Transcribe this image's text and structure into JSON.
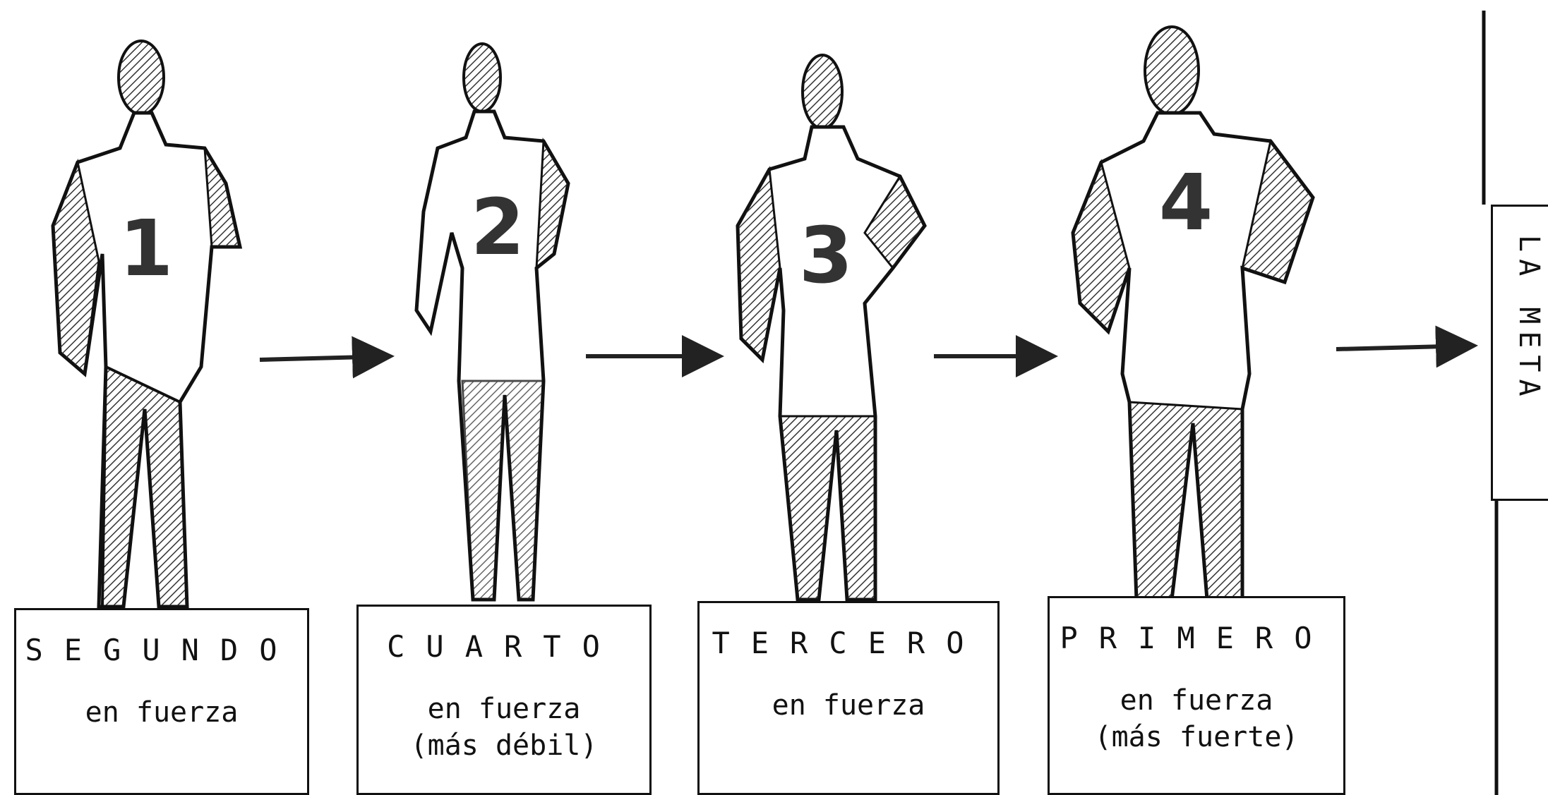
{
  "runners": [
    {
      "bib": "1",
      "rank": "SEGUNDO",
      "strength": "en fuerza"
    },
    {
      "bib": "2",
      "rank": "CUARTO",
      "strength": "en fuerza\n(más débil)"
    },
    {
      "bib": "3",
      "rank": "TERCERO",
      "strength": "en fuerza"
    },
    {
      "bib": "4",
      "rank": "PRIMERO",
      "strength": "en fuerza\n(más fuerte)"
    }
  ],
  "goal": {
    "label": "LA META"
  },
  "colors": {
    "ink": "#111111",
    "shade": "#6b6b6b",
    "paper": "#ffffff"
  }
}
